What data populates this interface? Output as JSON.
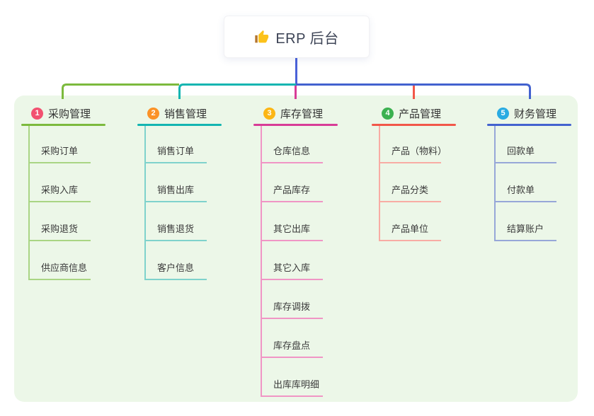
{
  "root": {
    "icon": "thumbs-up",
    "title": "ERP 后台",
    "line_color": "#4a62d8"
  },
  "panel": {
    "bg": "#ecf7e8"
  },
  "branches": [
    {
      "badge": "1",
      "label": "采购管理",
      "badge_color": "#f25170",
      "line_color": "#7cba3d",
      "child_line_color": "#a9d584",
      "children": [
        "采购订单",
        "采购入库",
        "采购退货",
        "供应商信息"
      ]
    },
    {
      "badge": "2",
      "label": "销售管理",
      "badge_color": "#fb9227",
      "line_color": "#13b5b1",
      "child_line_color": "#7fd2cc",
      "children": [
        "销售订单",
        "销售出库",
        "销售退货",
        "客户信息"
      ]
    },
    {
      "badge": "3",
      "label": "库存管理",
      "badge_color": "#fcb614",
      "line_color": "#d83c97",
      "child_line_color": "#f095c5",
      "children": [
        "仓库信息",
        "产品库存",
        "其它出库",
        "其它入库",
        "库存调拨",
        "库存盘点",
        "出库库明细"
      ]
    },
    {
      "badge": "4",
      "label": "产品管理",
      "badge_color": "#3bb150",
      "line_color": "#f25749",
      "child_line_color": "#f8aca4",
      "children": [
        "产品（物料）",
        "产品分类",
        "产品单位"
      ]
    },
    {
      "badge": "5",
      "label": "财务管理",
      "badge_color": "#29abe2",
      "line_color": "#4362cf",
      "child_line_color": "#97a7d8",
      "children": [
        "回款单",
        "付款单",
        "结算账户"
      ]
    }
  ]
}
